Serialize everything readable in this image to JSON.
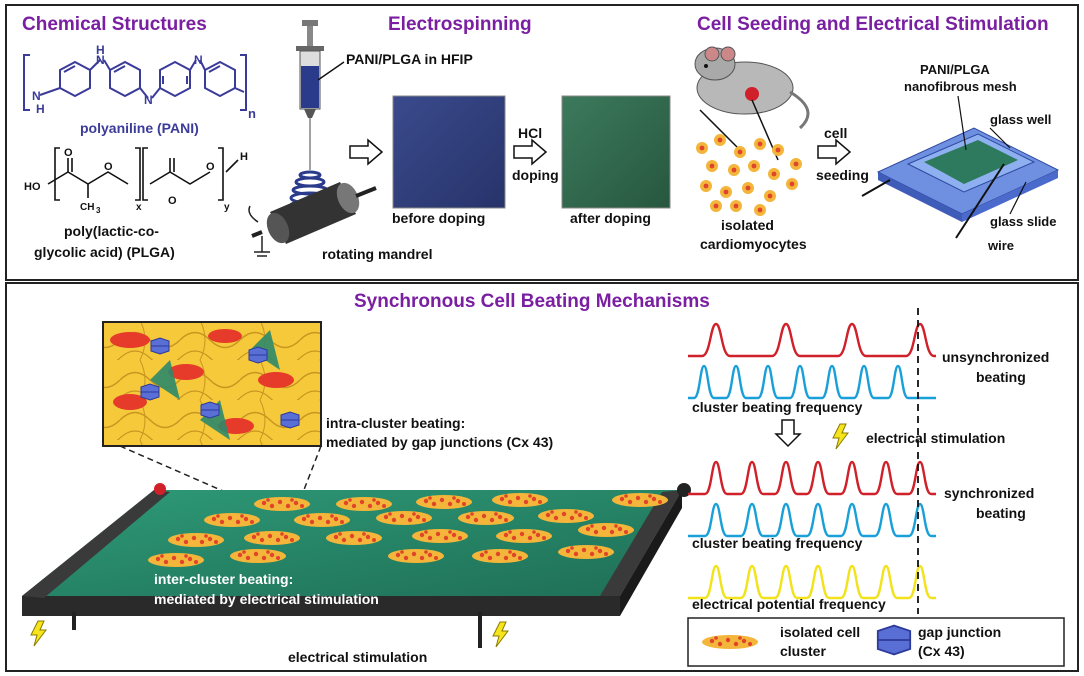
{
  "sections": {
    "chemical": {
      "title": "Chemical Structures",
      "pani_name": "polyaniline (PANI)",
      "plga_name_line1": "poly(lactic-co-",
      "plga_name_line2": "glycolic acid) (PLGA)",
      "pani_atoms": {
        "nh_top": "H",
        "n_top": "N",
        "n_mid": "N",
        "n_left_n": "N",
        "n_left_h": "H",
        "n_right": "N",
        "subscript": "n"
      },
      "plga_atoms": {
        "ho": "HO",
        "o1": "O",
        "o2": "O",
        "o3": "O",
        "o4": "O",
        "ch3": "CH",
        "ch3_sub": "3",
        "x": "x",
        "y": "y",
        "h": "H"
      }
    },
    "electrospinning": {
      "title": "Electrospinning",
      "solution": "PANI/PLGA in HFIP",
      "mandrel": "rotating mandrel",
      "before": "before doping",
      "after": "after doping",
      "hcl": "HCl",
      "doping": "doping"
    },
    "seeding": {
      "title": "Cell Seeding and Electrical Stimulation",
      "cell": "cell",
      "seeding": "seeding",
      "isolated": "isolated",
      "cardiomyocytes": "cardiomyocytes",
      "mesh_line1": "PANI/PLGA",
      "mesh_line2": "nanofibrous mesh",
      "glass_well": "glass well",
      "glass_slide": "glass slide",
      "wire": "wire"
    },
    "mechanisms": {
      "title": "Synchronous Cell Beating Mechanisms",
      "intra_line1": "intra-cluster beating:",
      "intra_line2": "mediated by gap junctions (Cx 43)",
      "inter_line1": "inter-cluster beating:",
      "inter_line2": "mediated by  electrical stimulation",
      "stim_bottom": "electrical  stimulation",
      "unsync_line1": "unsynchronized",
      "unsync_line2": "beating",
      "cluster_freq": "cluster beating frequency",
      "stim_mid": "electrical  stimulation",
      "sync_line1": "synchronized",
      "sync_line2": "beating",
      "potential_freq": "electrical potential frequency"
    },
    "legend": {
      "cluster_line1": "isolated cell",
      "cluster_line2": "cluster",
      "gap_line1": "gap junction",
      "gap_line2": "(Cx 43)"
    }
  },
  "colors": {
    "title": "#7a1fa2",
    "chem": "#3b3b9a",
    "red_wave": "#d0202a",
    "blue_wave": "#1aa0d8",
    "yellow_wave": "#f2e21a",
    "mesh_before": "#2f3f7e",
    "mesh_after": "#2f6b4f",
    "substrate": "#2e8c6a"
  }
}
